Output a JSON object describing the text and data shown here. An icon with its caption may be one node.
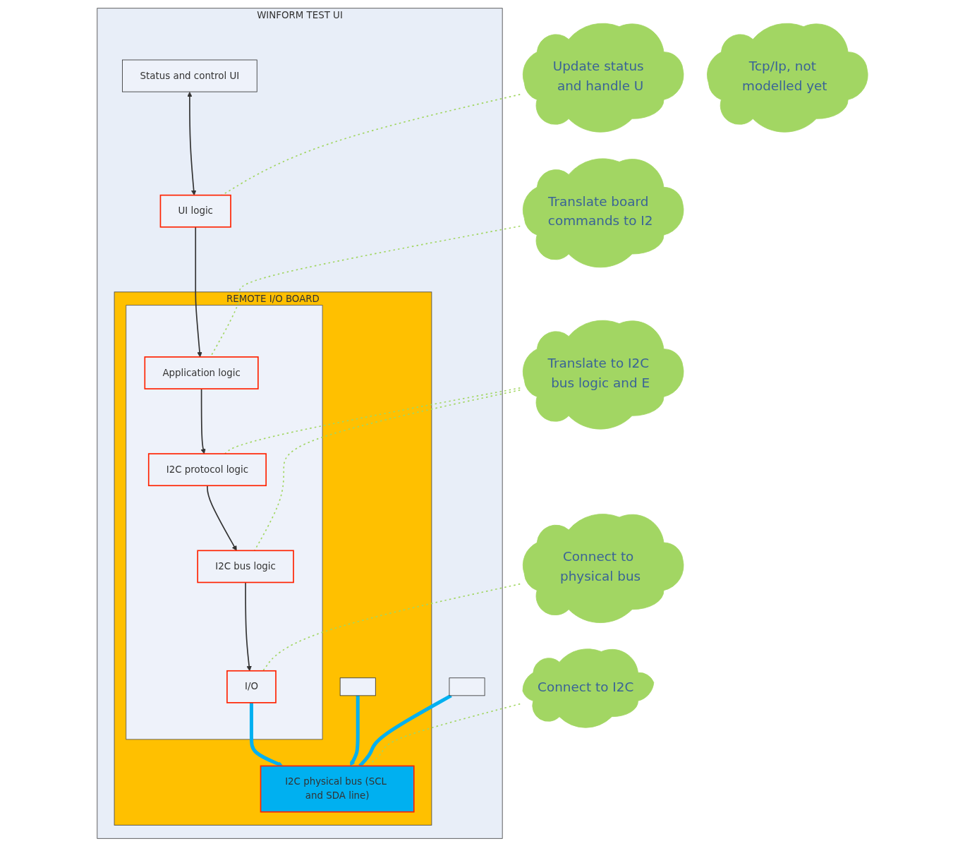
{
  "diagram": {
    "nodes": [
      {
        "text": [
          "WINFORM TEST UI"
        ]
      },
      {
        "text": [
          "Status and control UI"
        ],
        "in": 0
      },
      {
        "text": [],
        "shape": "box",
        "in": 0
      },
      {
        "text": [
          "UI logic"
        ],
        "in": 0
      },
      {
        "text": [
          "REMOTE I/O BOARD"
        ],
        "in": 0
      },
      {
        "text": [],
        "shape": "box",
        "in": 4
      },
      {
        "text": [
          "Application logic"
        ],
        "in": 5
      },
      {
        "text": [
          "I2C protocol logic"
        ],
        "in": 5
      },
      {
        "text": [
          "I2C bus logic"
        ],
        "in": 5
      },
      {
        "text": [
          "I/O"
        ],
        "in": 5
      },
      {
        "text": [],
        "shape": "box",
        "in": 4
      },
      {
        "text": [
          "I2C physical bus (SCL and SDA line)"
        ],
        "in": 4
      },
      {
        "text": [
          "Update status and handle U"
        ]
      },
      {
        "text": [
          "Tcp/Ip, not modelled yet"
        ]
      },
      {
        "text": [
          "Translate board commands to I2"
        ]
      },
      {
        "text": [
          "Translate to I2C bus logic and E"
        ]
      },
      {
        "text": [
          "Connect to physical bus"
        ]
      },
      {
        "text": [
          "Connect to I2C"
        ]
      }
    ],
    "edges": [
      {
        "from": 1,
        "to": 3,
        "arrow": "both",
        "color": "#333333"
      },
      {
        "from": 3,
        "to": 6,
        "arrow": "to",
        "color": "#333333"
      },
      {
        "from": 6,
        "to": 7,
        "arrow": "to",
        "color": "#333333"
      },
      {
        "from": 7,
        "to": 8,
        "arrow": "to",
        "color": "#333333"
      },
      {
        "from": 8,
        "to": 9,
        "arrow": "to",
        "color": "#333333"
      },
      {
        "from": 9,
        "to": 11,
        "arrow": "to",
        "style": "thick",
        "color": "#00b0f0"
      },
      {
        "from": 2,
        "to": 11,
        "arrow": "none",
        "style": "thick",
        "color": "#00b0f0"
      },
      {
        "from": 10,
        "to": 11,
        "arrow": "to",
        "style": "thick",
        "color": "#00b0f0"
      },
      {
        "from": 12,
        "to": 3,
        "arrow": "none",
        "style": "dashed",
        "color": "#a2d663"
      },
      {
        "from": 14,
        "to": 6,
        "arrow": "none",
        "style": "dashed",
        "color": "#a2d663"
      },
      {
        "from": 15,
        "to": 7,
        "arrow": "none",
        "style": "dashed",
        "color": "#a2d663"
      },
      {
        "from": 15,
        "to": 8,
        "arrow": "none",
        "style": "dashed",
        "color": "#a2d663"
      },
      {
        "from": 16,
        "to": 9,
        "arrow": "none",
        "style": "dashed",
        "color": "#a2d663"
      },
      {
        "from": 17,
        "to": 11,
        "arrow": "none",
        "style": "dashed",
        "color": "#a2d663"
      }
    ]
  }
}
